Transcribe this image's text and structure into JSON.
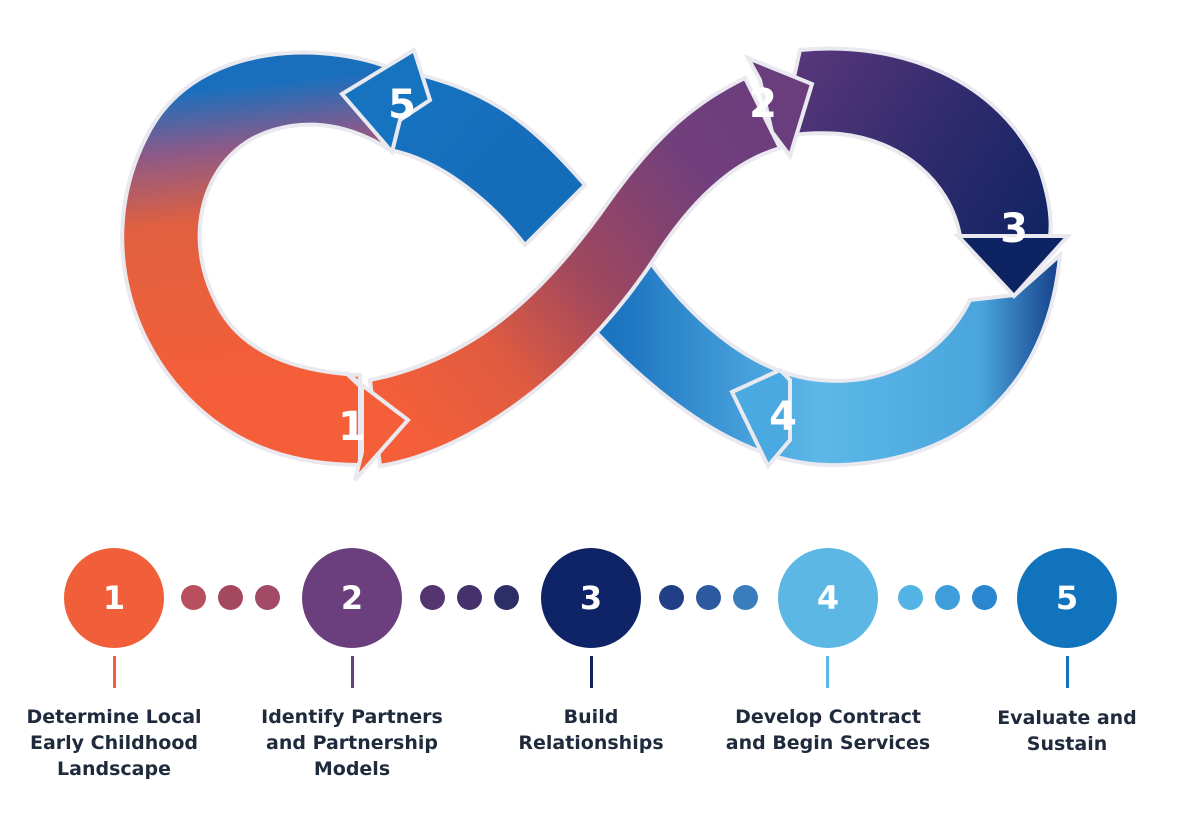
{
  "loop": {
    "arrows": [
      "1",
      "2",
      "3",
      "4",
      "5"
    ]
  },
  "steps": [
    {
      "number": "1",
      "label": "Determine Local\nEarly Childhood\nLandscape",
      "color": "#f05f3a"
    },
    {
      "number": "2",
      "label": "Identify Partners\nand Partnership\nModels",
      "color": "#6b3f7d"
    },
    {
      "number": "3",
      "label": "Build\nRelationships",
      "color": "#0f2466"
    },
    {
      "number": "4",
      "label": "Develop Contract\nand Begin Services",
      "color": "#5cb7e5"
    },
    {
      "number": "5",
      "label": "Evaluate and\nSustain",
      "color": "#1273bd"
    }
  ],
  "connector_colors": [
    [
      "#b84e5e",
      "#a3485f",
      "#a34a66"
    ],
    [
      "#55356f",
      "#45326c",
      "#2d2e68"
    ],
    [
      "#203f86",
      "#2c5aa0",
      "#3a7dbd"
    ],
    [
      "#53b3e5",
      "#3d9edb",
      "#2a86cf"
    ]
  ]
}
